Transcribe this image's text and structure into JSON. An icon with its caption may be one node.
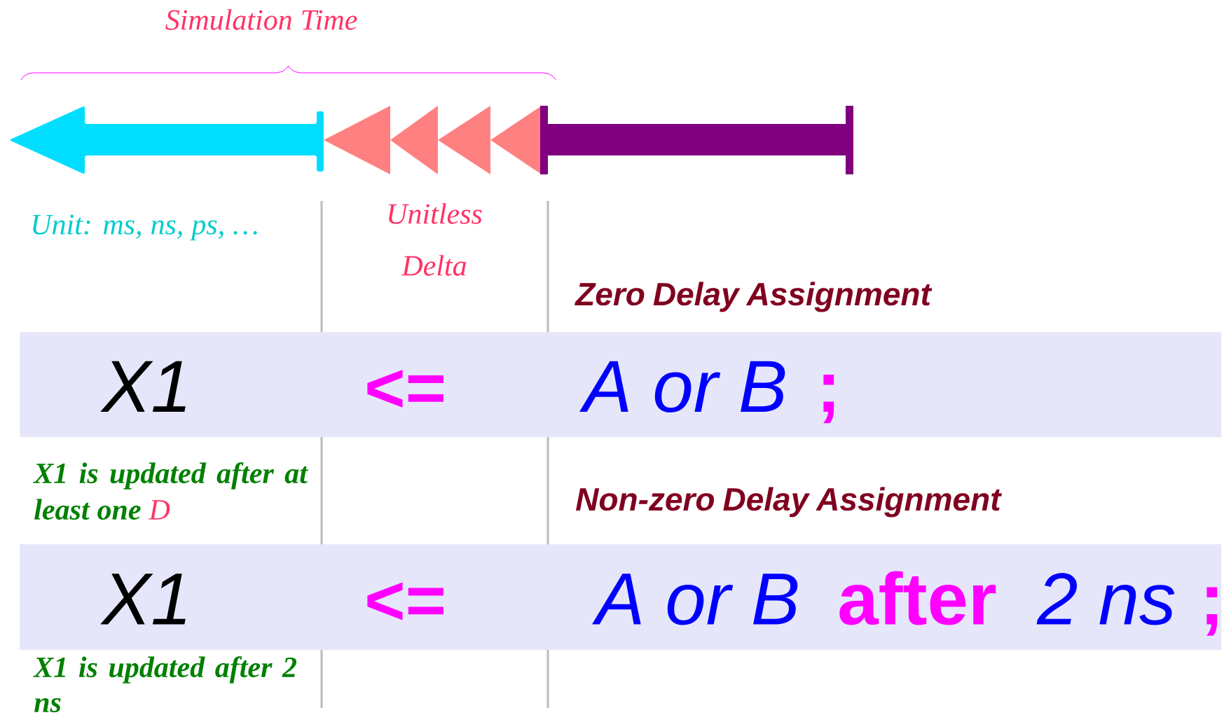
{
  "diagram": {
    "nodes": [
      {
        "text": [
          "X1",
          "<=",
          "A or B",
          ";"
        ]
      },
      {
        "text": [
          "X1",
          "<=",
          "A or B",
          "after",
          "2 ns",
          ";"
        ]
      }
    ],
    "labels": [
      "Simulation Time",
      "Unit: ms, ns, ps, …",
      "Unitless Delta",
      "Zero Delay Assignment",
      "X1 is updated after at least one",
      "D",
      "Non-zero Delay Assignment",
      "X1 is updated after 2 ns"
    ]
  }
}
